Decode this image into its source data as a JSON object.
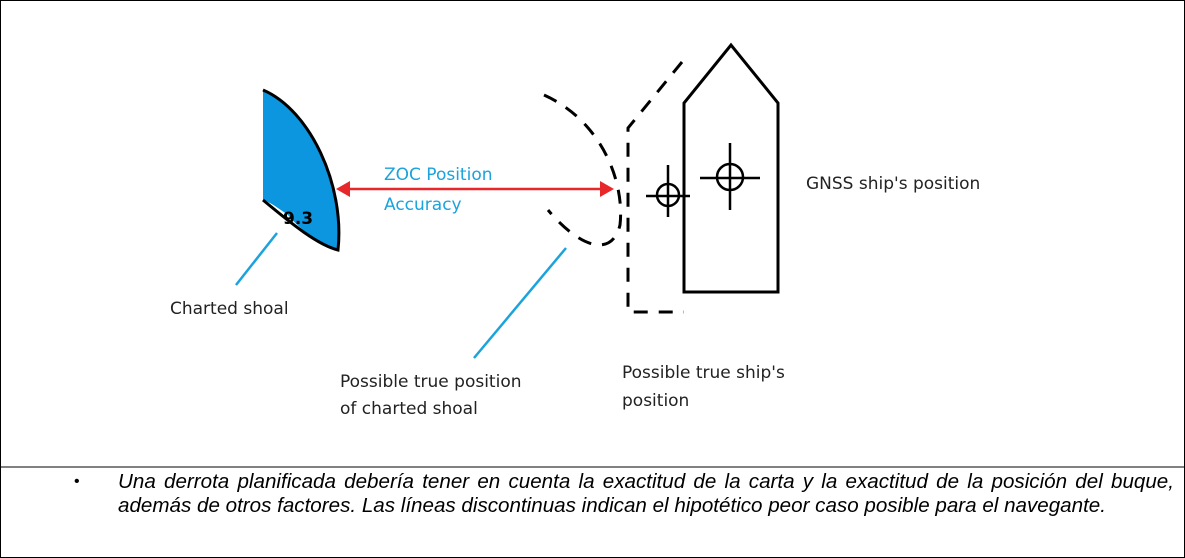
{
  "diagram": {
    "labels": {
      "gnss_ship_position": "GNSS ship's position",
      "zoc_line1": "ZOC Position",
      "zoc_line2": "Accuracy",
      "depth_sounding": "9.3",
      "charted_shoal": "Charted shoal",
      "possible_shoal_line1": "Possible true position",
      "possible_shoal_line2": "of charted shoal",
      "possible_ship_line1": "Possible true ship's",
      "possible_ship_line2": "position"
    },
    "colors": {
      "shoal_fill": "#0d96e0",
      "zoc_arrow": "#e8272b",
      "zoc_text": "#1aa3dc",
      "leader_line": "#1aa3dc",
      "outline": "#000000"
    }
  },
  "caption": {
    "bullet": "•",
    "text": "Una derrota planificada debería tener en cuenta la exactitud de la carta y la exactitud de la posición del buque, además de otros factores. Las líneas discontinuas indican el hipotético peor caso posible para el navegante."
  }
}
